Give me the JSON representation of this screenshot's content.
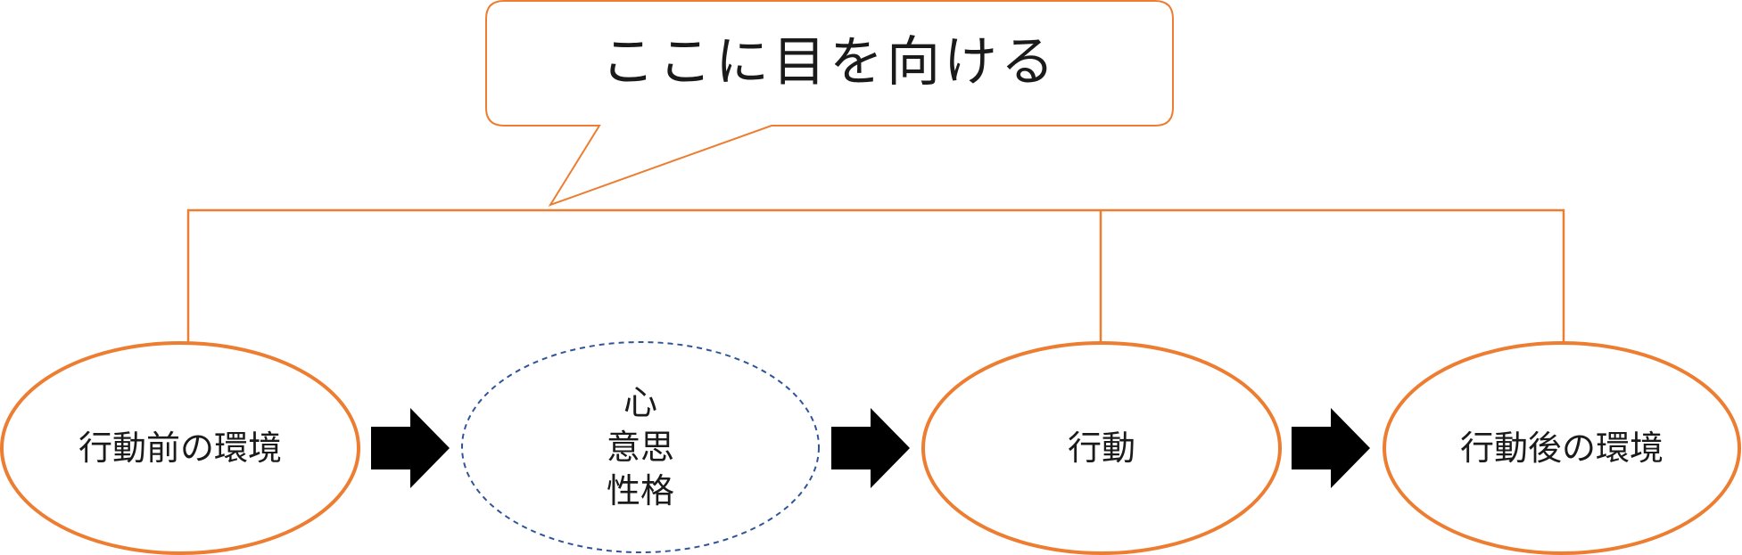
{
  "callout": {
    "text": "ここに目を向ける"
  },
  "nodes": [
    {
      "id": "before-env",
      "lines": [
        "行動前の環境"
      ],
      "style": "solid"
    },
    {
      "id": "mind",
      "lines": [
        "心",
        "意思",
        "性格"
      ],
      "style": "dashed"
    },
    {
      "id": "behavior",
      "lines": [
        "行動"
      ],
      "style": "solid"
    },
    {
      "id": "after-env",
      "lines": [
        "行動後の環境"
      ],
      "style": "solid"
    }
  ],
  "colors": {
    "orange": "#ED7D31",
    "dashed_blue": "#2F5597",
    "arrow": "#000000",
    "text": "#1a1a1a"
  }
}
